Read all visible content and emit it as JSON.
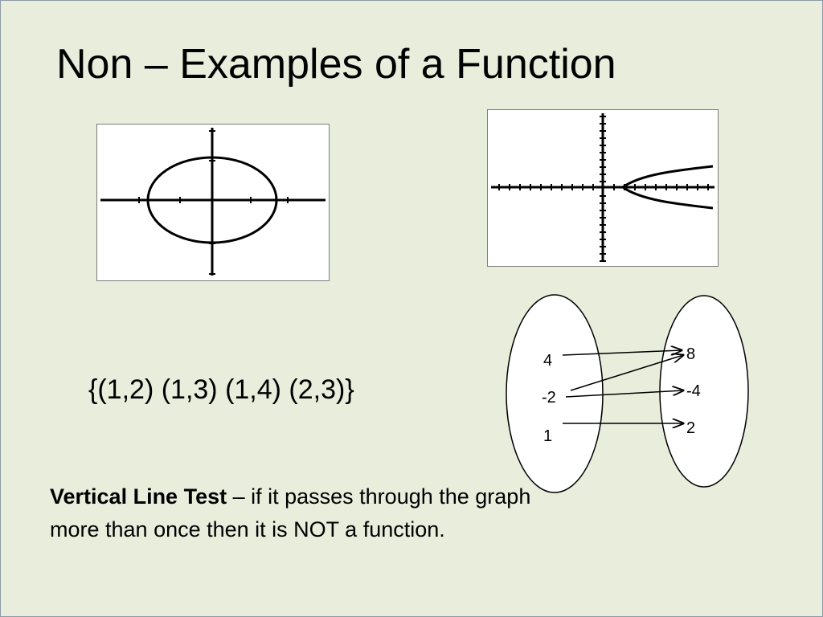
{
  "slide": {
    "title": "Non – Examples of a Function",
    "set_notation": "{(1,2) (1,3) (1,4) (2,3)}",
    "vertical_line_test": {
      "term": "Vertical Line Test",
      "description": " – if it passes through the graph more than once then it is NOT a function."
    }
  },
  "mapping": {
    "domain": [
      "4",
      "-2",
      "1"
    ],
    "range": [
      "8",
      "-4",
      "2"
    ],
    "arrows": [
      {
        "from": "4",
        "to": "8"
      },
      {
        "from": "-2",
        "to": "8"
      },
      {
        "from": "-2",
        "to": "-4"
      },
      {
        "from": "1",
        "to": "2"
      }
    ]
  },
  "colors": {
    "background": "#e9eddc",
    "ink": "#000000"
  }
}
